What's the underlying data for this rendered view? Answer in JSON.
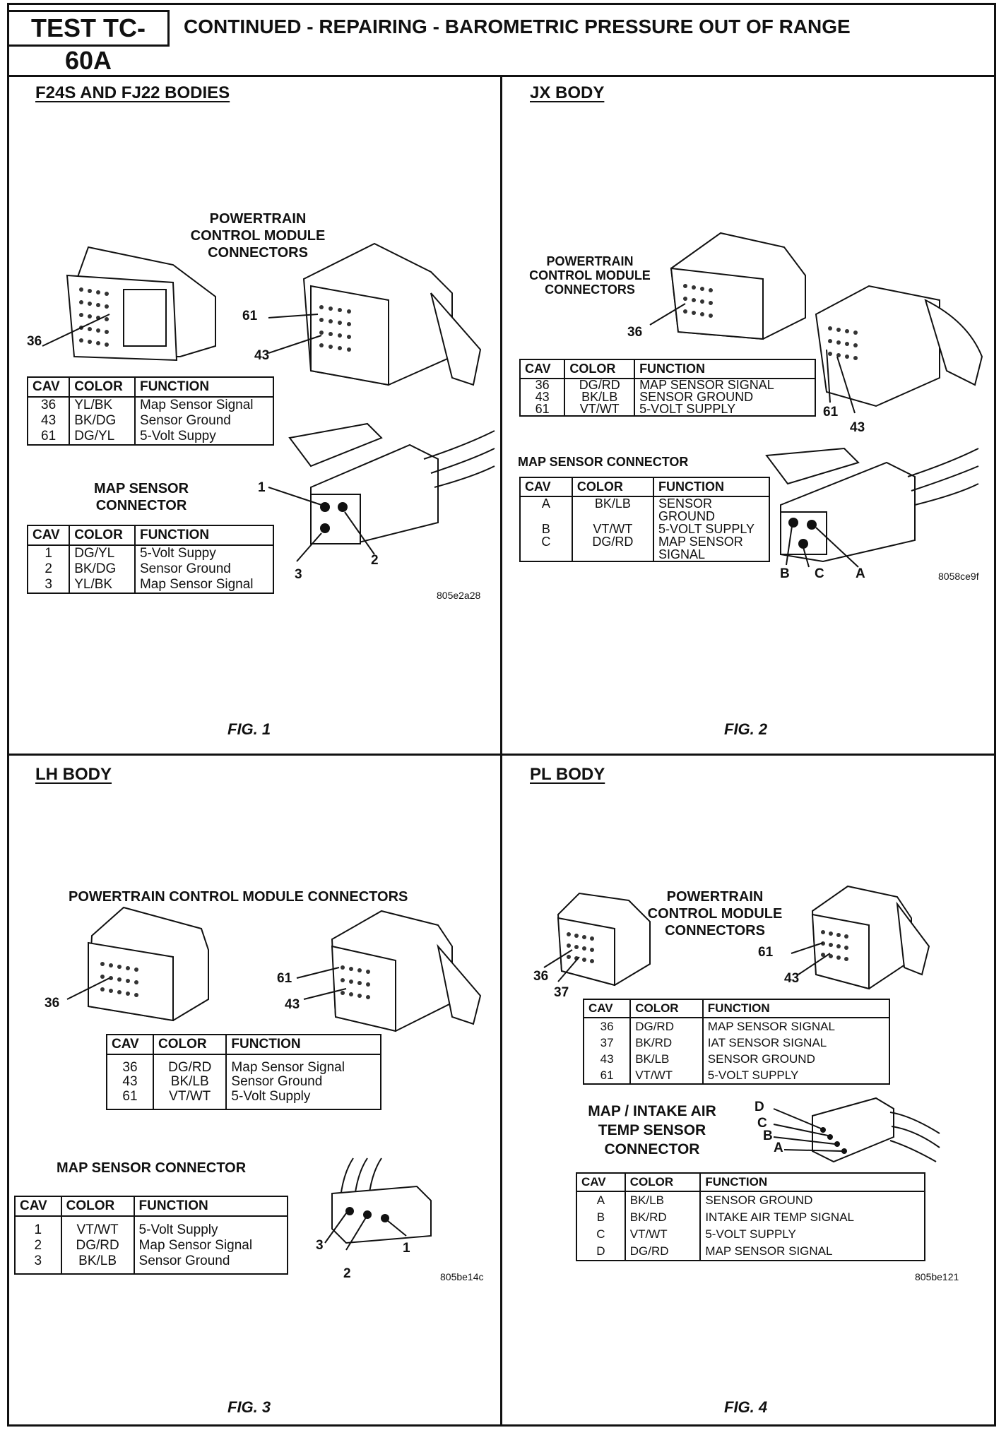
{
  "header": {
    "test_id": "TEST TC-60A",
    "title": "CONTINUED - REPAIRING - BAROMETRIC PRESSURE OUT OF RANGE"
  },
  "fig1": {
    "title": "F24S AND FJ22 BODIES",
    "pcm_label": "POWERTRAIN CONTROL MODULE CONNECTORS",
    "cav_36": "36",
    "cav_61": "61",
    "cav_43": "43",
    "pcm_table": {
      "headers": [
        "CAV",
        "COLOR",
        "FUNCTION"
      ],
      "rows": [
        [
          "36",
          "YL/BK",
          "Map Sensor Signal"
        ],
        [
          "43",
          "BK/DG",
          "Sensor Ground"
        ],
        [
          "61",
          "DG/YL",
          "5-Volt Suppy"
        ]
      ]
    },
    "map_label": "MAP SENSOR CONNECTOR",
    "map_cav_1": "1",
    "map_cav_2": "2",
    "map_cav_3": "3",
    "map_table": {
      "headers": [
        "CAV",
        "COLOR",
        "FUNCTION"
      ],
      "rows": [
        [
          "1",
          "DG/YL",
          "5-Volt Suppy"
        ],
        [
          "2",
          "BK/DG",
          "Sensor Ground"
        ],
        [
          "3",
          "YL/BK",
          "Map Sensor Signal"
        ]
      ]
    },
    "code": "805e2a28",
    "caption": "FIG. 1"
  },
  "fig2": {
    "title": "JX BODY",
    "pcm_label": "POWERTRAIN CONTROL MODULE CONNECTORS",
    "cav_36": "36",
    "cav_61": "61",
    "cav_43": "43",
    "pcm_table": {
      "headers": [
        "CAV",
        "COLOR",
        "FUNCTION"
      ],
      "rows": [
        [
          "36",
          "DG/RD",
          "MAP SENSOR SIGNAL"
        ],
        [
          "43",
          "BK/LB",
          "SENSOR GROUND"
        ],
        [
          "61",
          "VT/WT",
          "5-VOLT SUPPLY"
        ]
      ]
    },
    "map_label": "MAP SENSOR CONNECTOR",
    "map_cav_b": "B",
    "map_cav_c": "C",
    "map_cav_a": "A",
    "map_table": {
      "headers": [
        "CAV",
        "COLOR",
        "FUNCTION"
      ],
      "rows": [
        [
          "A",
          "BK/LB",
          "SENSOR GROUND"
        ],
        [
          "B",
          "VT/WT",
          "5-VOLT SUPPLY"
        ],
        [
          "C",
          "DG/RD",
          "MAP SENSOR SIGNAL"
        ]
      ]
    },
    "code": "8058ce9f",
    "caption": "FIG. 2"
  },
  "fig3": {
    "title": "LH BODY",
    "pcm_label": "POWERTRAIN CONTROL MODULE CONNECTORS",
    "cav_36": "36",
    "cav_61": "61",
    "cav_43": "43",
    "pcm_table": {
      "headers": [
        "CAV",
        "COLOR",
        "FUNCTION"
      ],
      "rows": [
        [
          "36",
          "DG/RD",
          "Map Sensor Signal"
        ],
        [
          "43",
          "BK/LB",
          "Sensor Ground"
        ],
        [
          "61",
          "VT/WT",
          "5-Volt Supply"
        ]
      ]
    },
    "map_label": "MAP SENSOR CONNECTOR",
    "map_cav_1": "1",
    "map_cav_2": "2",
    "map_cav_3": "3",
    "map_table": {
      "headers": [
        "CAV",
        "COLOR",
        "FUNCTION"
      ],
      "rows": [
        [
          "1",
          "VT/WT",
          "5-Volt Supply"
        ],
        [
          "2",
          "DG/RD",
          "Map Sensor Signal"
        ],
        [
          "3",
          "BK/LB",
          "Sensor Ground"
        ]
      ]
    },
    "code": "805be14c",
    "caption": "FIG. 3"
  },
  "fig4": {
    "title": "PL BODY",
    "pcm_label": "POWERTRAIN CONTROL MODULE CONNECTORS",
    "cav_36": "36",
    "cav_37": "37",
    "cav_61": "61",
    "cav_43": "43",
    "pcm_table": {
      "headers": [
        "CAV",
        "COLOR",
        "FUNCTION"
      ],
      "rows": [
        [
          "36",
          "DG/RD",
          "MAP SENSOR SIGNAL"
        ],
        [
          "37",
          "BK/RD",
          "IAT SENSOR SIGNAL"
        ],
        [
          "43",
          "BK/LB",
          "SENSOR GROUND"
        ],
        [
          "61",
          "VT/WT",
          "5-VOLT SUPPLY"
        ]
      ]
    },
    "map_label": "MAP / INTAKE AIR TEMP SENSOR CONNECTOR",
    "map_cav_d": "D",
    "map_cav_c": "C",
    "map_cav_b": "B",
    "map_cav_a": "A",
    "map_table": {
      "headers": [
        "CAV",
        "COLOR",
        "FUNCTION"
      ],
      "rows": [
        [
          "A",
          "BK/LB",
          "SENSOR GROUND"
        ],
        [
          "B",
          "BK/RD",
          "INTAKE AIR TEMP SIGNAL"
        ],
        [
          "C",
          "VT/WT",
          "5-VOLT SUPPLY"
        ],
        [
          "D",
          "DG/RD",
          "MAP SENSOR SIGNAL"
        ]
      ]
    },
    "code": "805be121",
    "caption": "FIG. 4"
  }
}
